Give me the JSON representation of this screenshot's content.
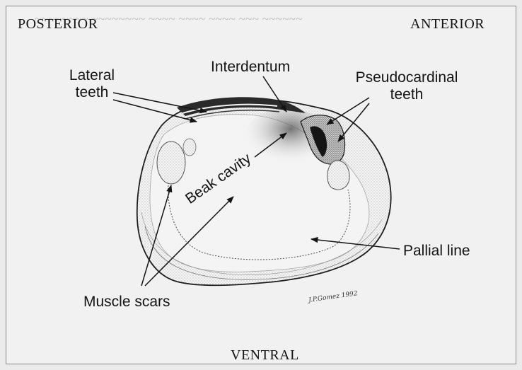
{
  "labels": {
    "posterior": "POSTERIOR",
    "anterior": "ANTERIOR",
    "ventral": "VENTRAL",
    "lateral_teeth_line1": "Lateral",
    "lateral_teeth_line2": "teeth",
    "interdentum": "Interdentum",
    "pseudocardinal_line1": "Pseudocardinal",
    "pseudocardinal_line2": "teeth",
    "beak_cavity": "Beak cavity",
    "pallial_line": "Pallial line",
    "muscle_scars": "Muscle scars",
    "signature": "J.P.Gomez 1992"
  },
  "colors": {
    "ink": "#141414",
    "paper": "#f1f1f1",
    "shell_shade": "#6a6a6a"
  }
}
